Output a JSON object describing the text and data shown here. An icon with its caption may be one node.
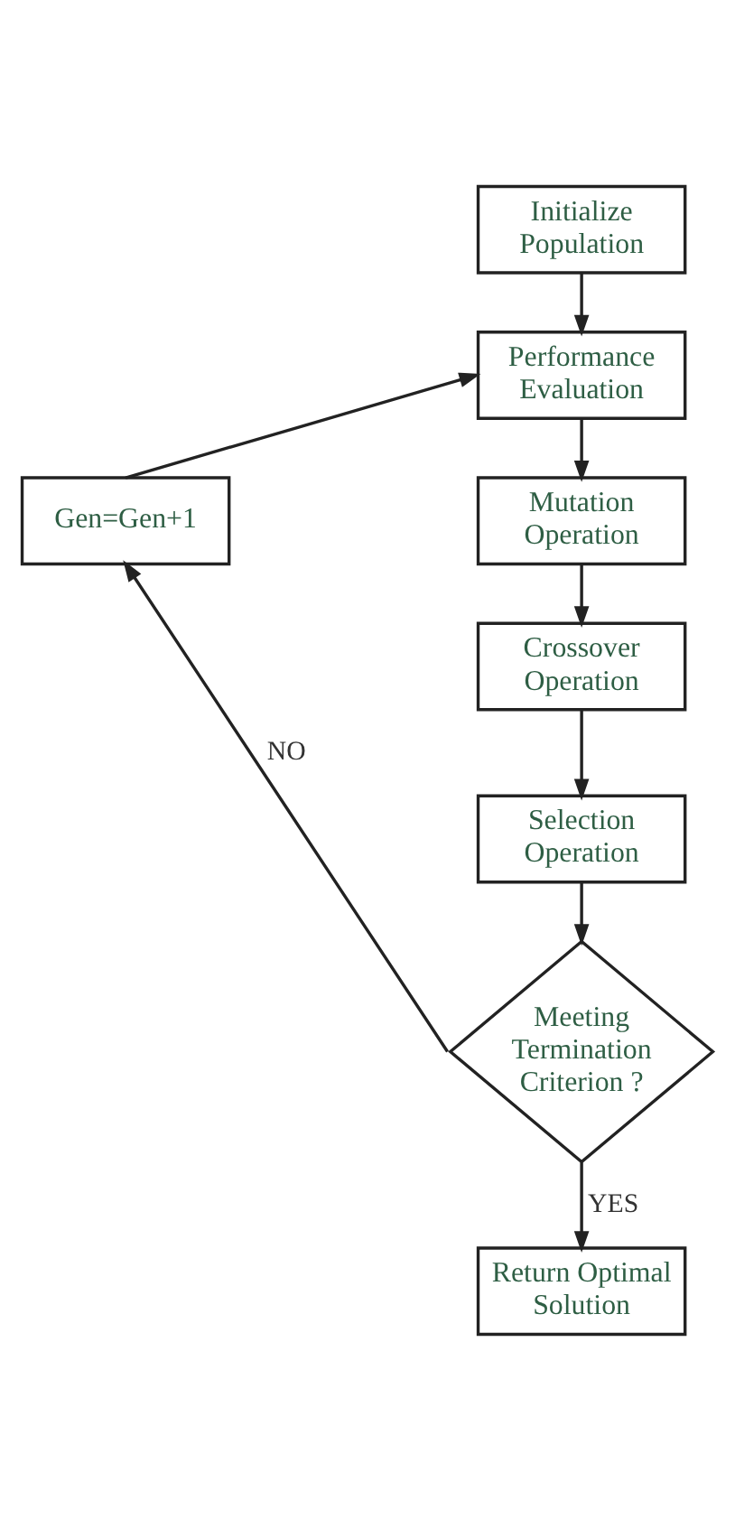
{
  "diagram": {
    "nodes": [
      {
        "text": [
          "Initialize Population"
        ]
      },
      {
        "text": [
          "Performance Evaluation"
        ]
      },
      {
        "text": [
          "Mutation Operation"
        ]
      },
      {
        "text": [
          "Gen=Gen+1"
        ]
      },
      {
        "text": [
          "Crossover Operation"
        ]
      },
      {
        "text": [
          "Selection Operation"
        ]
      },
      {
        "text": [
          "Meeting Termination Criterion ?"
        ]
      },
      {
        "text": [
          "Return Optimal Solution"
        ]
      }
    ],
    "edges": [
      {
        "from": 0,
        "to": 1,
        "arrow": "to"
      },
      {
        "from": 1,
        "to": 2,
        "arrow": "to"
      },
      {
        "from": 2,
        "to": 4,
        "arrow": "to"
      },
      {
        "from": 4,
        "to": 5,
        "arrow": "to"
      },
      {
        "from": 5,
        "to": 6,
        "arrow": "to"
      },
      {
        "from": 6,
        "to": 7,
        "label": "YES",
        "arrow": "to"
      },
      {
        "from": 6,
        "to": 3,
        "label": "NO",
        "arrow": "to"
      },
      {
        "from": 3,
        "to": 1,
        "arrow": "to"
      }
    ]
  }
}
